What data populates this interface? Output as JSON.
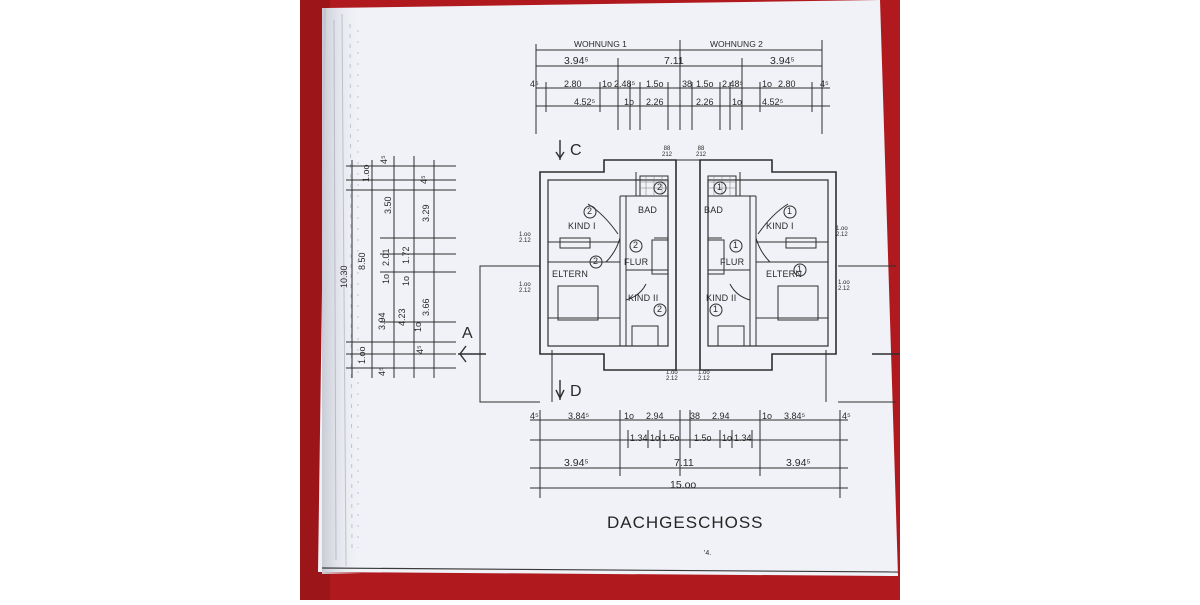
{
  "sheet": {
    "title": "DACHGESCHOSS",
    "corner_mark": "'4.",
    "colors": {
      "table_red": "#b01a1e",
      "paper": "#f1f2f7",
      "ink": "#2a2a2a"
    }
  },
  "top_dimensions": {
    "headers": [
      "WOHNUNG 1",
      "WOHNUNG 2"
    ],
    "row1": [
      "3.94⁵",
      "7.11",
      "3.94⁵"
    ],
    "row2": [
      "4⁵",
      "2.80",
      "1o",
      "2.48⁵",
      "1.5o",
      "38",
      "1.5o",
      "2.48⁵",
      "1o",
      "2.80",
      "4⁵"
    ],
    "row3": [
      "4.52⁵",
      "1o",
      "2.26",
      "2.26",
      "1o",
      "4.52⁵"
    ]
  },
  "bottom_dimensions": {
    "row1": [
      "4⁵",
      "3.84⁵",
      "1o",
      "2.94",
      "38",
      "2.94",
      "1o",
      "3.84⁵",
      "4⁵"
    ],
    "row2": [
      "1.34",
      "1o",
      "1.5o",
      "1.5o",
      "1o",
      "1.34"
    ],
    "row3": [
      "3.94⁵",
      "7.11",
      "3.94⁵"
    ],
    "total": "15.oo"
  },
  "left_dimensions": {
    "total": "10.30",
    "sub": "8.50",
    "col_a": [
      "1.oo",
      "3.94",
      "1.oo"
    ],
    "col_b": [
      "4⁵",
      "3.50",
      "2.01",
      "1o",
      "4.23",
      "4⁵"
    ],
    "col_c": [
      "1.72",
      "1o",
      "1o"
    ],
    "col_d": [
      "3.29",
      "3.66"
    ],
    "top_mark": "4⁵",
    "bottom_mark": "4⁵"
  },
  "rooms": {
    "kind1": "KIND I",
    "bad": "BAD",
    "flur": "FLUR",
    "eltern": "ELTERN",
    "kind2": "KIND II"
  },
  "room_numbers": {
    "unit1": "2",
    "unit2": "1"
  },
  "section_marks": [
    "C",
    "D",
    "A"
  ],
  "notes": {
    "level_a": "1.oo\n2.12",
    "level_b": "1.oo\n2.12",
    "tag_a": "88\n212",
    "tag_b": "1.oo\n2.12"
  }
}
